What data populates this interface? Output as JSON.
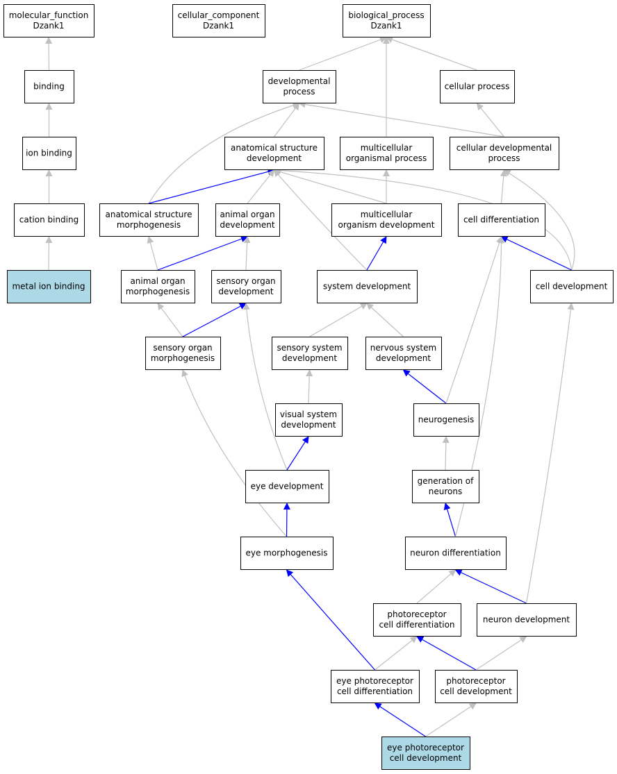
{
  "colors": {
    "default_fill": "#ffffff",
    "highlight_fill": "#add8e6",
    "is_a_edge": "#c0c0c0",
    "part_of_edge": "#0000ff"
  },
  "nodes": [
    {
      "id": "mf",
      "lines": [
        "molecular_function",
        "Dzank1"
      ]
    },
    {
      "id": "cc",
      "lines": [
        "cellular_component",
        "Dzank1"
      ]
    },
    {
      "id": "bp",
      "lines": [
        "biological_process",
        "Dzank1"
      ]
    },
    {
      "id": "bind",
      "lines": [
        "binding"
      ]
    },
    {
      "id": "devp",
      "lines": [
        "developmental",
        "process"
      ]
    },
    {
      "id": "cellp",
      "lines": [
        "cellular process"
      ]
    },
    {
      "id": "ionb",
      "lines": [
        "ion binding"
      ]
    },
    {
      "id": "asd",
      "lines": [
        "anatomical structure",
        "development"
      ]
    },
    {
      "id": "mcop",
      "lines": [
        "multicellular",
        "organismal process"
      ]
    },
    {
      "id": "cdp",
      "lines": [
        "cellular developmental",
        "process"
      ]
    },
    {
      "id": "catb",
      "lines": [
        "cation binding"
      ]
    },
    {
      "id": "asm",
      "lines": [
        "anatomical structure",
        "morphogenesis"
      ]
    },
    {
      "id": "aod",
      "lines": [
        "animal organ",
        "development"
      ]
    },
    {
      "id": "mcod",
      "lines": [
        "multicellular",
        "organism development"
      ]
    },
    {
      "id": "cdiff",
      "lines": [
        "cell differentiation"
      ]
    },
    {
      "id": "mib",
      "lines": [
        "metal ion binding"
      ],
      "highlight": true
    },
    {
      "id": "aom",
      "lines": [
        "animal organ",
        "morphogenesis"
      ]
    },
    {
      "id": "sod",
      "lines": [
        "sensory organ",
        "development"
      ]
    },
    {
      "id": "sysd",
      "lines": [
        "system development"
      ]
    },
    {
      "id": "celld",
      "lines": [
        "cell development"
      ]
    },
    {
      "id": "som",
      "lines": [
        "sensory organ",
        "morphogenesis"
      ]
    },
    {
      "id": "ssd",
      "lines": [
        "sensory system",
        "development"
      ]
    },
    {
      "id": "nsd",
      "lines": [
        "nervous system",
        "development"
      ]
    },
    {
      "id": "vsd",
      "lines": [
        "visual system",
        "development"
      ]
    },
    {
      "id": "neuro",
      "lines": [
        "neurogenesis"
      ]
    },
    {
      "id": "eyed",
      "lines": [
        "eye development"
      ]
    },
    {
      "id": "gen",
      "lines": [
        "generation of",
        "neurons"
      ]
    },
    {
      "id": "eyem",
      "lines": [
        "eye morphogenesis"
      ]
    },
    {
      "id": "nd",
      "lines": [
        "neuron differentiation"
      ]
    },
    {
      "id": "pcd",
      "lines": [
        "photoreceptor",
        "cell differentiation"
      ]
    },
    {
      "id": "ndev",
      "lines": [
        "neuron development"
      ]
    },
    {
      "id": "epcd",
      "lines": [
        "eye photoreceptor",
        "cell differentiation"
      ]
    },
    {
      "id": "pcdev",
      "lines": [
        "photoreceptor",
        "cell development"
      ]
    },
    {
      "id": "epcdev",
      "lines": [
        "eye photoreceptor",
        "cell development"
      ],
      "highlight": true
    }
  ],
  "edges": [
    {
      "from": "bind",
      "to": "mf",
      "type": "is_a"
    },
    {
      "from": "ionb",
      "to": "bind",
      "type": "is_a"
    },
    {
      "from": "catb",
      "to": "ionb",
      "type": "is_a"
    },
    {
      "from": "mib",
      "to": "catb",
      "type": "is_a"
    },
    {
      "from": "devp",
      "to": "bp",
      "type": "is_a"
    },
    {
      "from": "mcop",
      "to": "bp",
      "type": "is_a"
    },
    {
      "from": "cellp",
      "to": "bp",
      "type": "is_a"
    },
    {
      "from": "asd",
      "to": "devp",
      "type": "is_a"
    },
    {
      "from": "cdp",
      "to": "devp",
      "type": "is_a"
    },
    {
      "from": "cdp",
      "to": "cellp",
      "type": "is_a"
    },
    {
      "from": "asm",
      "to": "devp",
      "type": "is_a"
    },
    {
      "from": "asm",
      "to": "asd",
      "type": "part_of"
    },
    {
      "from": "aod",
      "to": "asd",
      "type": "is_a"
    },
    {
      "from": "mcod",
      "to": "asd",
      "type": "is_a"
    },
    {
      "from": "mcod",
      "to": "mcop",
      "type": "is_a"
    },
    {
      "from": "sysd",
      "to": "asd",
      "type": "is_a"
    },
    {
      "from": "sysd",
      "to": "mcod",
      "type": "part_of"
    },
    {
      "from": "cdiff",
      "to": "cdp",
      "type": "is_a"
    },
    {
      "from": "celld",
      "to": "asd",
      "type": "is_a"
    },
    {
      "from": "celld",
      "to": "cdp",
      "type": "is_a"
    },
    {
      "from": "celld",
      "to": "cdiff",
      "type": "part_of"
    },
    {
      "from": "aom",
      "to": "asm",
      "type": "is_a"
    },
    {
      "from": "aom",
      "to": "aod",
      "type": "part_of"
    },
    {
      "from": "sod",
      "to": "aod",
      "type": "is_a"
    },
    {
      "from": "som",
      "to": "aom",
      "type": "is_a"
    },
    {
      "from": "som",
      "to": "sod",
      "type": "part_of"
    },
    {
      "from": "ssd",
      "to": "sysd",
      "type": "is_a"
    },
    {
      "from": "nsd",
      "to": "sysd",
      "type": "is_a"
    },
    {
      "from": "vsd",
      "to": "ssd",
      "type": "is_a"
    },
    {
      "from": "neuro",
      "to": "nsd",
      "type": "part_of"
    },
    {
      "from": "neuro",
      "to": "cdiff",
      "type": "is_a"
    },
    {
      "from": "eyed",
      "to": "sod",
      "type": "is_a"
    },
    {
      "from": "eyed",
      "to": "vsd",
      "type": "part_of"
    },
    {
      "from": "gen",
      "to": "neuro",
      "type": "is_a"
    },
    {
      "from": "eyem",
      "to": "som",
      "type": "is_a"
    },
    {
      "from": "eyem",
      "to": "eyed",
      "type": "part_of"
    },
    {
      "from": "nd",
      "to": "gen",
      "type": "part_of"
    },
    {
      "from": "nd",
      "to": "cdiff",
      "type": "is_a"
    },
    {
      "from": "pcd",
      "to": "nd",
      "type": "is_a"
    },
    {
      "from": "ndev",
      "to": "nd",
      "type": "part_of"
    },
    {
      "from": "ndev",
      "to": "celld",
      "type": "is_a"
    },
    {
      "from": "epcd",
      "to": "pcd",
      "type": "is_a"
    },
    {
      "from": "epcd",
      "to": "eyem",
      "type": "part_of"
    },
    {
      "from": "pcdev",
      "to": "pcd",
      "type": "part_of"
    },
    {
      "from": "pcdev",
      "to": "ndev",
      "type": "is_a"
    },
    {
      "from": "epcdev",
      "to": "epcd",
      "type": "part_of"
    },
    {
      "from": "epcdev",
      "to": "pcdev",
      "type": "is_a"
    }
  ]
}
